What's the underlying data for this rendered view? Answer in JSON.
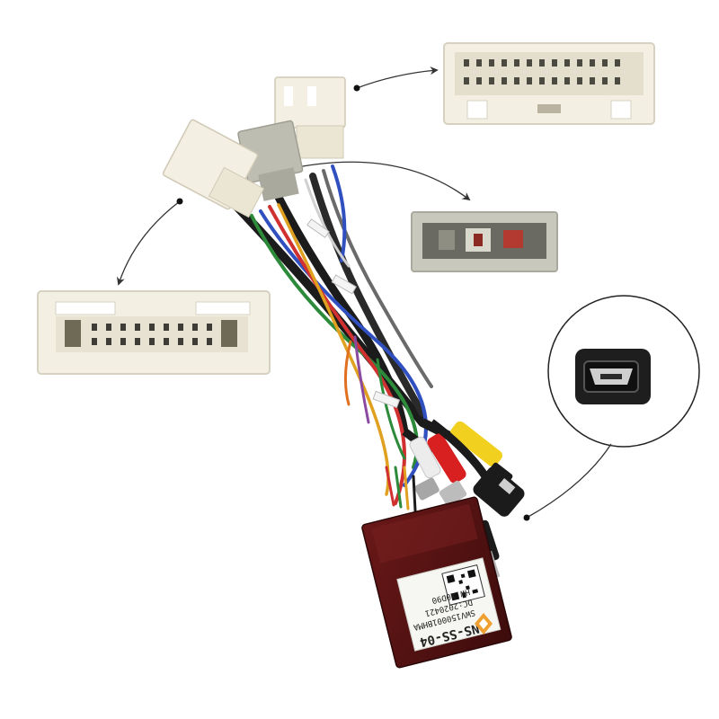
{
  "image": {
    "background": "#ffffff",
    "subject": "car stereo wiring harness adapter with connectors and CAN box module"
  },
  "module_label": {
    "model": "NS-SS-04",
    "line1": "SWV150001BHMA",
    "line2": "DC:2020421",
    "line3": "HW:X0D90"
  },
  "callouts": [
    {
      "name": "white-connector-large-detail",
      "color": "#f0ecdf"
    },
    {
      "name": "white-connector-medium-detail",
      "color": "#f0ecdf"
    },
    {
      "name": "grey-connector-detail",
      "color": "#c9c9bf"
    },
    {
      "name": "mini-usb-port-detail",
      "color": "#1a1a1a"
    }
  ],
  "colors": {
    "connector_white": "#f3efe2",
    "connector_grey": "#bdbdb2",
    "cable_black": "#1b1b1b",
    "rca_yellow": "#f2d020",
    "rca_red": "#d82020",
    "rca_white": "#ececec",
    "module_maroon": "#5a1414"
  }
}
